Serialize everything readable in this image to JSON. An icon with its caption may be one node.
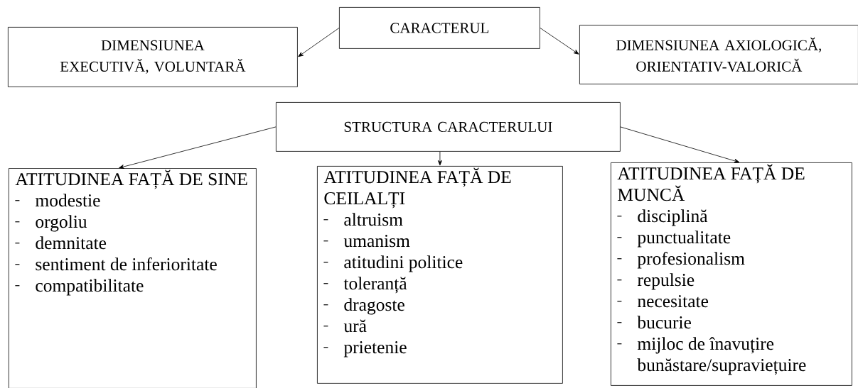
{
  "diagram": {
    "nodes": [
      {
        "text": [
          "CARACTERUL"
        ]
      },
      {
        "text": [
          "DIMENSIUNEA EXECUTIVĂ, VOLUNTARĂ"
        ]
      },
      {
        "text": [
          "DIMENSIUNEA AXIOLOGICĂ, ORIENTATIV-VALORICĂ"
        ]
      },
      {
        "text": [
          "STRUCTURA CARACTERULUI"
        ]
      },
      {
        "text": [
          "ATITUDINEA FAȚĂ DE SINE",
          "modestie",
          "orgoliu",
          "demnitate",
          "sentiment de inferioritate",
          "compatibilitate"
        ]
      },
      {
        "text": [
          "ATITUDINEA FAȚĂ DE CEILALȚI",
          "altruism",
          "umanism",
          "atitudini politice",
          "toleranță",
          "dragoste",
          "ură",
          "prietenie"
        ]
      },
      {
        "text": [
          "ATITUDINEA FAȚĂ DE MUNCĂ",
          "disciplină",
          "punctualitate",
          "profesionalism",
          "repulsie",
          "necesitate",
          "bucurie",
          "mijloc de înavuțire bunăstare/supraviețuire"
        ]
      }
    ],
    "edges": [
      {
        "from": 0,
        "to": 1,
        "arrow": "to"
      },
      {
        "from": 0,
        "to": 2,
        "arrow": "to"
      },
      {
        "from": 3,
        "to": 4,
        "arrow": "to"
      },
      {
        "from": 3,
        "to": 5,
        "arrow": "to"
      },
      {
        "from": 3,
        "to": 6,
        "arrow": "to"
      }
    ]
  }
}
